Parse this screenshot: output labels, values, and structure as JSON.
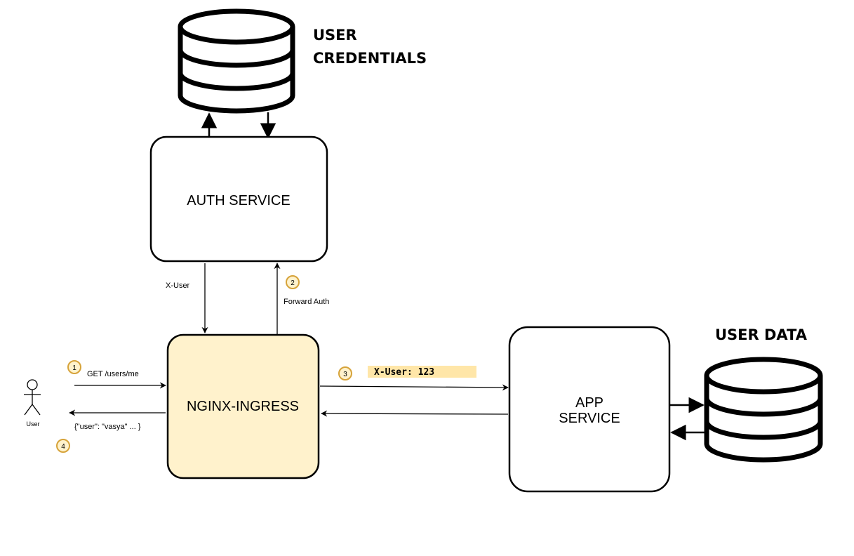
{
  "colors": {
    "stroke": "#000000",
    "ingress_fill": "#fff2cc",
    "badge_fill": "#fff2cc",
    "badge_stroke": "#d6a33a",
    "header_highlight": "#ffe6a8"
  },
  "nodes": {
    "auth_service": {
      "label": "AUTH SERVICE"
    },
    "nginx_ingress": {
      "label": "NGINX-INGRESS"
    },
    "app_service": {
      "label_line1": "APP",
      "label_line2": "SERVICE"
    },
    "user_credentials_db": {
      "label_line1": "USER",
      "label_line2": "CREDENTIALS",
      "icon": "database-icon"
    },
    "user_data_db": {
      "label": "USER DATA",
      "icon": "database-icon"
    },
    "user_actor": {
      "label": "User",
      "icon": "person-icon"
    }
  },
  "edges": {
    "x_user": {
      "label": "X-User"
    },
    "forward_auth": {
      "label": "Forward Auth"
    },
    "get_request": {
      "label": "GET /users/me"
    },
    "response": {
      "label": "{\"user\": \"vasya\" ... }"
    },
    "forward_header": {
      "label": "X-User: 123"
    }
  },
  "steps": [
    "1",
    "2",
    "3",
    "4"
  ]
}
